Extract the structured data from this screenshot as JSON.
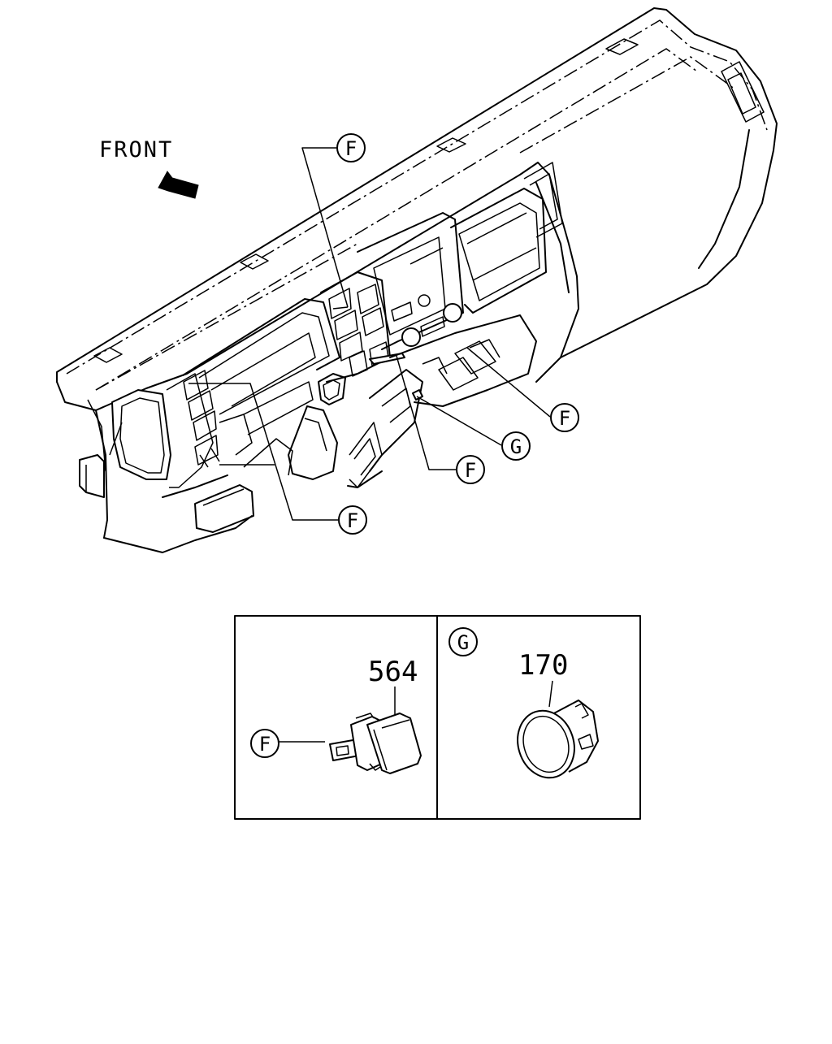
{
  "front_label": "FRONT",
  "callout_letter_f": "F",
  "callout_letter_g": "G",
  "detail_panels": {
    "switch": {
      "part_number": "564",
      "ref_letter": "F"
    },
    "cap": {
      "part_number": "170",
      "ref_letter": "G"
    }
  }
}
